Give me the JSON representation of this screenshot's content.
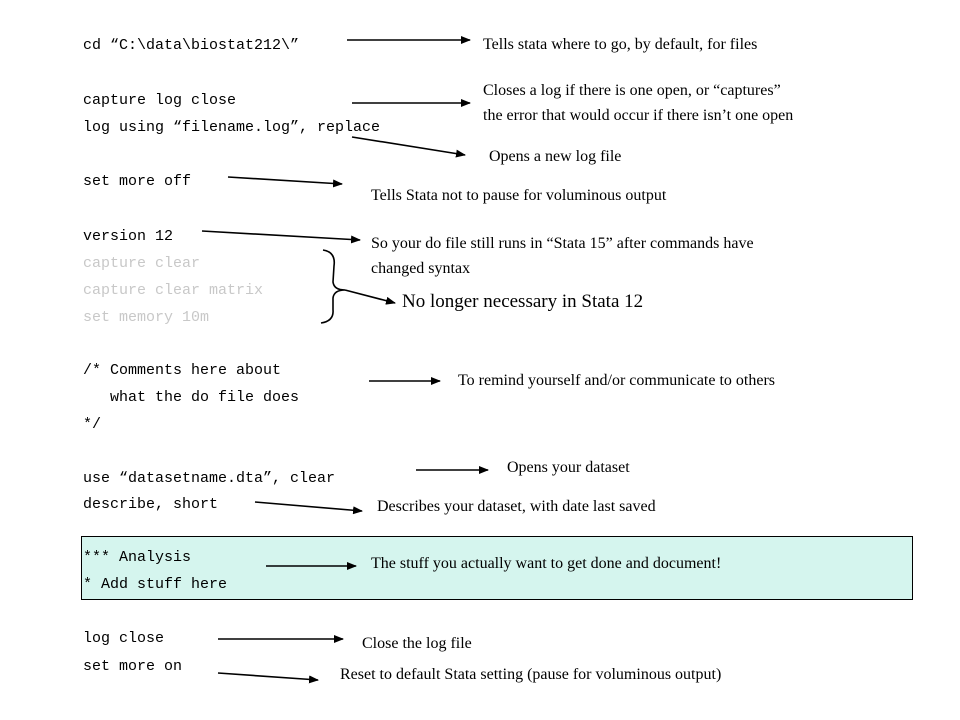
{
  "code_lines": {
    "cd": "cd “C:\\data\\biostat212\\”",
    "capture_log_close": "capture log close",
    "log_using": "log using “filename.log”, replace",
    "set_more_off": "set more off",
    "version": "version 12",
    "capture_clear": "capture clear",
    "capture_clear_matrix": "capture clear matrix",
    "set_memory": "set memory 10m",
    "comment_1": "/* Comments here about",
    "comment_2": "   what the do file does",
    "comment_3": "*/",
    "use": "use “datasetname.dta”, clear",
    "describe": "describe, short",
    "analysis": "*** Analysis",
    "add_stuff": "* Add stuff here",
    "log_close": "log close",
    "set_more_on": "set more on"
  },
  "annotations": {
    "cd": "Tells stata where to go, by default, for files",
    "capture_log_close_1": "Closes a log if there is one open, or “captures”",
    "capture_log_close_2": "the error that would occur if there isn’t one open",
    "log_using": "Opens a new log file",
    "set_more_off": "Tells Stata not to pause for voluminous output",
    "version_1": "So your do file still runs in “Stata 15” after commands have",
    "version_2": "changed syntax",
    "obsolete": "No longer necessary in Stata 12",
    "comments": "To remind yourself and/or communicate to others",
    "use": "Opens your dataset",
    "describe": "Describes your dataset, with date last saved",
    "analysis": "The stuff you actually want to get done and document!",
    "log_close": "Close the log file",
    "set_more_on": "Reset to default Stata setting (pause for voluminous output)"
  },
  "colors": {
    "text": "#000000",
    "muted_code": "#c8c8c8",
    "highlight_fill": "#d5f5ee",
    "arrow": "#000000"
  }
}
